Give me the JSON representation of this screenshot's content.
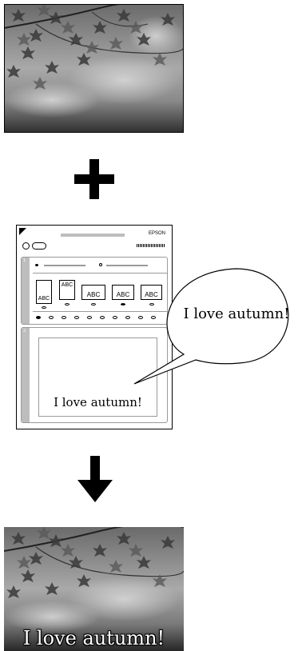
{
  "top_photo": {
    "description_icon": "autumn-maple-leaves-photo"
  },
  "plus": {
    "icon": "plus-icon"
  },
  "sheet": {
    "brand": "EPSON",
    "section_1_number": "1",
    "section_2_number": "2",
    "layout_option_labels": [
      "ABC",
      "ABC",
      "ABC",
      "ABC",
      "ABC"
    ],
    "selected_layout_index": 3,
    "bottom_dot_row_count": 10,
    "handwritten_text": "I love autumn!"
  },
  "speech_bubble": {
    "text": "I love autumn!"
  },
  "arrow": {
    "icon": "arrow-down-icon"
  },
  "result_photo": {
    "overlay_text": "I love autumn!"
  },
  "colors": {
    "ink": "#000000",
    "sheet_gray": "#bdbdbd",
    "panel_border": "#9a9a9a",
    "photo_dark": "#2a2a2a",
    "photo_light": "#bfbfbf"
  }
}
